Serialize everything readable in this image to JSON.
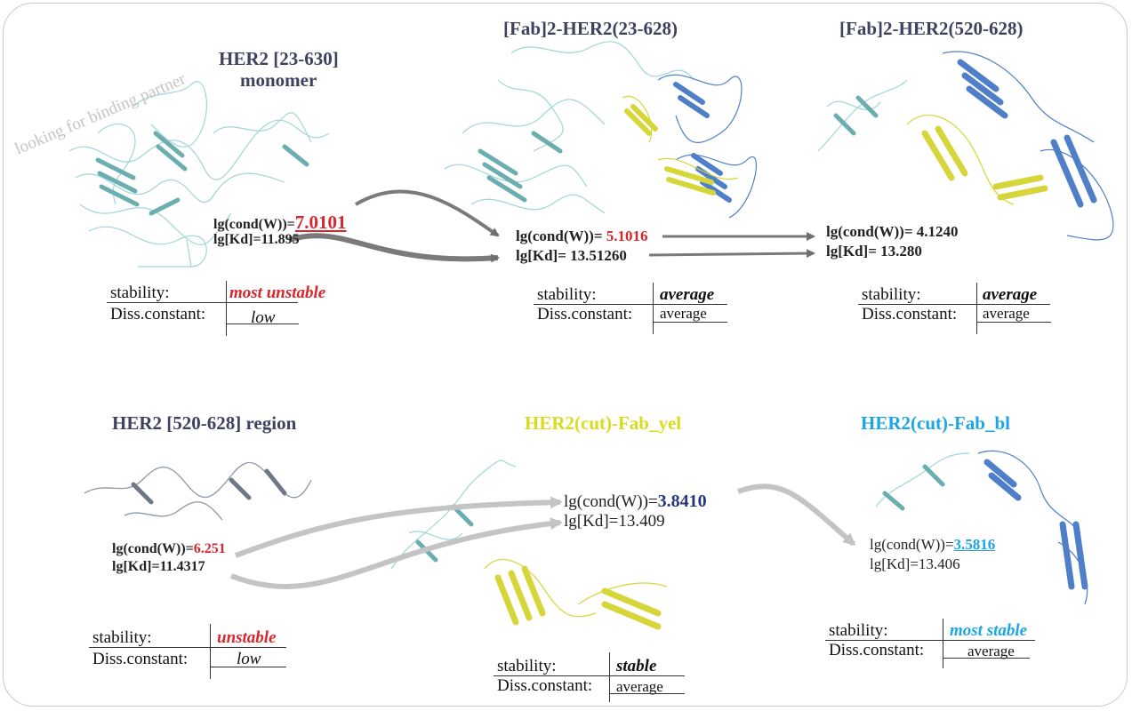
{
  "panels": [
    {
      "title_line1": "HER2 [23-630]",
      "title_line2": "monomer",
      "side_note": "looking for binding partner",
      "metric_label": "lg(cond(W))=",
      "cond": "7.0101",
      "kd": "lg[Kd]=11.895",
      "stability_label": "stability:",
      "stability": "most unstable",
      "diss_label": "Diss.constant:",
      "diss": "low"
    },
    {
      "title": "[Fab]2-HER2(23-628)",
      "metric_label": "lg(cond(W))= ",
      "cond": "5.1016",
      "kd": "lg[Kd]= 13.51260",
      "stability_label": "stability:",
      "stability": "average",
      "diss_label": "Diss.constant:",
      "diss": "average"
    },
    {
      "title": "[Fab]2-HER2(520-628)",
      "metric_label": "lg(cond(W))= ",
      "cond": "4.1240",
      "kd": "lg[Kd]= 13.280",
      "stability_label": "stability:",
      "stability": "average",
      "diss_label": "Diss.constant:",
      "diss": "average"
    },
    {
      "title": "HER2 [520-628] region",
      "metric_label": "lg(cond(W))=",
      "cond": "6.251",
      "kd": "lg[Kd]=11.4317",
      "stability_label": "stability:",
      "stability": "unstable",
      "diss_label": "Diss.constant:",
      "diss": "low"
    },
    {
      "title": "HER2(cut)-Fab_yel",
      "metric_label": "lg(cond(W))=",
      "cond": "3.8410",
      "kd": "lg[Kd]=13.409",
      "stability_label": "stability:",
      "stability": "stable",
      "diss_label": "Diss.constant:",
      "diss": "average"
    },
    {
      "title": "HER2(cut)-Fab_bl",
      "metric_label": "lg(cond(W))=",
      "cond": "3.5816",
      "kd": "lg[Kd]=13.406",
      "stability_label": "stability:",
      "stability": "most stable",
      "diss_label": "Diss.constant:",
      "diss": "average"
    }
  ],
  "colors": {
    "title": "#3e4160",
    "red": "#d9262c",
    "navy": "#27357a",
    "light_blue": "#1ba6e6",
    "yellow": "#d8dc1c",
    "cyan_protein": "#9fd6d6",
    "blue_fab": "#4f7fc9",
    "yellow_fab": "#d6d63a",
    "gray_protein": "#8e98a6",
    "dark_arrow": "#7a7a7a",
    "light_arrow": "#c4c4c4"
  }
}
